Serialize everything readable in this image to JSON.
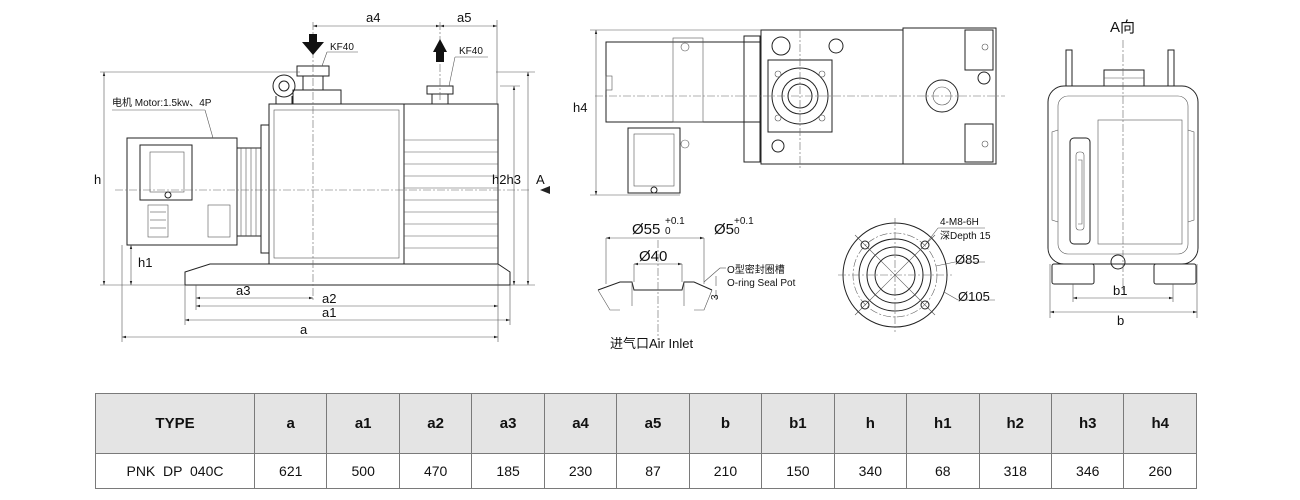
{
  "drawing": {
    "main_view": {
      "kf_inlet": "KF40",
      "kf_outlet": "KF40",
      "motor": "电机 Motor:1.5kw、4P",
      "dims": [
        "a4",
        "a5",
        "h",
        "h1",
        "h2h3",
        "A",
        "a3",
        "a2",
        "a1",
        "a"
      ]
    },
    "top_view": {
      "dims": [
        "h4"
      ]
    },
    "a_view": {
      "title": "A向",
      "dims": [
        "b1",
        "b"
      ]
    },
    "inlet_detail": {
      "d55": "Ø55",
      "d55_tol_upper": "+0.1",
      "d55_tol_lower": "0",
      "d5": "Ø5",
      "d5_tol_upper": "+0.1",
      "d5_tol_lower": "0",
      "d40": "Ø40",
      "depth": "3",
      "oring_cn": "O型密封圈槽",
      "oring_en": "O-ring Seal Pot",
      "caption": "进气口Air Inlet"
    },
    "flange_detail": {
      "bolts": "4-M8-6H",
      "depth": "深Depth 15",
      "d85": "Ø85",
      "d105": "Ø105"
    }
  },
  "table": {
    "headers": [
      "TYPE",
      "a",
      "a1",
      "a2",
      "a3",
      "a4",
      "a5",
      "b",
      "b1",
      "h",
      "h1",
      "h2",
      "h3",
      "h4"
    ],
    "rows": [
      [
        "PNK  DP  040C",
        "621",
        "500",
        "470",
        "185",
        "230",
        "87",
        "210",
        "150",
        "340",
        "68",
        "318",
        "346",
        "260"
      ]
    ]
  }
}
